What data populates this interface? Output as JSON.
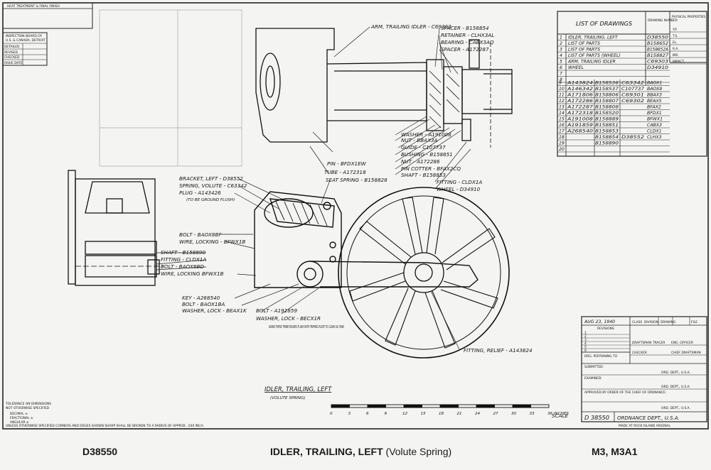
{
  "header": {
    "heat_treatment": "HEAT TREATMENT & FINAL FINISH",
    "inspection_box": [
      "INSPECTION BOARD OF",
      "U.S. & CANADA, DETROIT",
      "DETAILED",
      "REVISED",
      "CHECKED",
      "ISSUE DATE"
    ]
  },
  "drawing_list": {
    "title": "LIST OF DRAWINGS",
    "drawing_number_header": "DRAWING NUMBER",
    "physical_properties_header": "PHYSICAL PROPERTIES",
    "physical_properties_rows": [
      "Y.P.",
      "T.S.",
      "EL.",
      "R.A.",
      "BRI.",
      "IMPACT"
    ],
    "rows": [
      {
        "n": "1",
        "desc": "IDLER, TRAILING, LEFT",
        "num": "D38550"
      },
      {
        "n": "2",
        "desc": "LIST OF PARTS",
        "num": "B158652"
      },
      {
        "n": "3",
        "desc": "LIST OF PARTS",
        "num": "B158652A"
      },
      {
        "n": "4",
        "desc": "LIST OF PARTS (WHEEL)",
        "num": "B158827"
      },
      {
        "n": "5",
        "desc": "ARM, TRAILING IDLER",
        "num": "C69303"
      },
      {
        "n": "6",
        "desc": "WHEEL",
        "num": "D34910"
      },
      {
        "n": "7",
        "desc": "",
        "num": ""
      },
      {
        "n": "8",
        "desc": "",
        "num": ""
      }
    ],
    "parts_rows": [
      {
        "n": "9",
        "a": "A143824",
        "b": "B158536",
        "c": "C63342",
        "d": "BAOX1"
      },
      {
        "n": "10",
        "a": "A146342",
        "b": "B158537",
        "c": "C107737",
        "d": "BAOX8"
      },
      {
        "n": "11",
        "a": "A171806",
        "b": "B158806",
        "c": "C69301",
        "d": "BBAX3"
      },
      {
        "n": "12",
        "a": "A172286",
        "b": "B158807",
        "c": "C69302",
        "d": "BEAX5"
      },
      {
        "n": "13",
        "a": "A172287",
        "b": "B158808",
        "c": "",
        "d": "BFAX2"
      },
      {
        "n": "14",
        "a": "A172318",
        "b": "B158520",
        "c": "",
        "d": "BFDX1"
      },
      {
        "n": "15",
        "a": "A191008",
        "b": "B158889",
        "c": "",
        "d": "BFWX1"
      },
      {
        "n": "16",
        "a": "A191859",
        "b": "B158851",
        "c": "",
        "d": "CABX3"
      },
      {
        "n": "17",
        "a": "A268540",
        "b": "B158853",
        "c": "",
        "d": "CLDX1"
      },
      {
        "n": "18",
        "a": "",
        "b": "B158854",
        "c": "D38552",
        "d": "CLHX3"
      },
      {
        "n": "19",
        "a": "",
        "b": "B158890",
        "c": "",
        "d": ""
      },
      {
        "n": "20",
        "a": "",
        "b": "",
        "c": "",
        "d": ""
      }
    ]
  },
  "callouts": {
    "arm": "ARM, TRAILING IDLER - C69303",
    "spacer1": "SPACER - B158854",
    "retainer": "RETAINER - CLHX3AL",
    "bearing": "BEARING - CABX3AQ",
    "spacer2": "SPACER - A172287",
    "washer": "WASHER - A191008",
    "nut": "NUT - BBAX3A",
    "guide": "GUIDE - C107737",
    "bushing": "BUSHING - B158851",
    "nut2": "NUT - A172286",
    "pin_cotter": "PIN COTTER - BFAX2CQ",
    "shaft": "SHAFT - B158853",
    "fitting": "FITTING - CLDX1A",
    "wheel": "WHEEL - D34910",
    "pin": "PIN - BFDX1EW",
    "tube": "TUBE - A172318",
    "seat_spring": "SEAT SPRING - B158828",
    "bracket": "BRACKET, LEFT - D38552",
    "spring": "SPRING, VOLUTE - C63342",
    "plug": "PLUG - A143426",
    "plug_note": "(TO BE GROUND FLUSH)",
    "bolt_baox8bf": "BOLT - BAOX8BF",
    "wire_bfwx1b": "WIRE, LOCKING - BFWX1B",
    "shaft_left": "SHAFT - B158890",
    "fitting_left": "FITTING - CLDX1A",
    "bolt_baox8bd": "BOLT - BAOX8BD",
    "wire_bfwx1b2": "WIRE, LOCKING BFWX1B",
    "key": "KEY - A268540",
    "bolt_baox1ba": "BOLT - BAOX1BA",
    "washer_beaxik": "WASHER, LOCK - BEAX1K",
    "bolt_a191859": "BOLT - A191859",
    "washer_becx1r": "WASHER, LOCK - BECX1R",
    "grind_note": "GRIND THESE THREE BOSSES FLUSH WITH TAPPING PLATE TO CLEAR OIL TANK",
    "fitting_relief": "FITTING, RELIEF - A143824"
  },
  "view_title": {
    "main": "IDLER, TRAILING, LEFT",
    "sub": "(VOLUTE SPRING)"
  },
  "scale": {
    "ticks": [
      "0",
      "3",
      "6",
      "9",
      "12",
      "15",
      "18",
      "21",
      "24",
      "27",
      "30",
      "33",
      "36 INCHES"
    ],
    "label": "SCALE"
  },
  "tolerance": [
    "TOLERANCE ON DIMENSIONS",
    "NOT OTHERWISE SPECIFIED",
    "DECIMAL ±",
    "FRACTIONAL ±",
    "ANGULAR ±"
  ],
  "bottom_note": "UNLESS OTHERWISE SPECIFIED CORNERS AND EDGES SHOWN SHARP SHALL BE BROKEN TO A RADIUS OF APPROX. .030 INCH.",
  "title_block": {
    "date": "AUG 23, 1940",
    "class_hdr": "CLASS",
    "division_hdr": "DIVISION",
    "drawing_hdr": "DRAWING",
    "file_hdr": "FILE",
    "revisions": "REVISIONS",
    "revision_rows": [
      "1",
      "2",
      "3",
      "4",
      "5",
      "6"
    ],
    "pertaining": "DRG. PERTAINING TO",
    "draftsman": "DRAFTSMAN",
    "tracer": "TRACER",
    "engineer": "ENG. OFFICER",
    "checker": "CHECKER",
    "chief": "CHIEF DRAFTSMAN",
    "submitted": "SUBMITTED:",
    "ord_dept": "ORD. DEPT., U.S.A.",
    "examined": "EXAMINED:",
    "approved": "APPROVED BY ORDER OF THE CHIEF OF ORDNANCE:",
    "number": "D 38550",
    "ordnance": "ORDNANCE DEPT., U.S.A.",
    "arsenal": "MADE AT ROCK ISLAND ARSENAL"
  },
  "footer": {
    "number": "D38550",
    "title": "IDLER, TRAILING, LEFT",
    "title_sub": "(Volute Spring)",
    "models": "M3, M3A1"
  }
}
